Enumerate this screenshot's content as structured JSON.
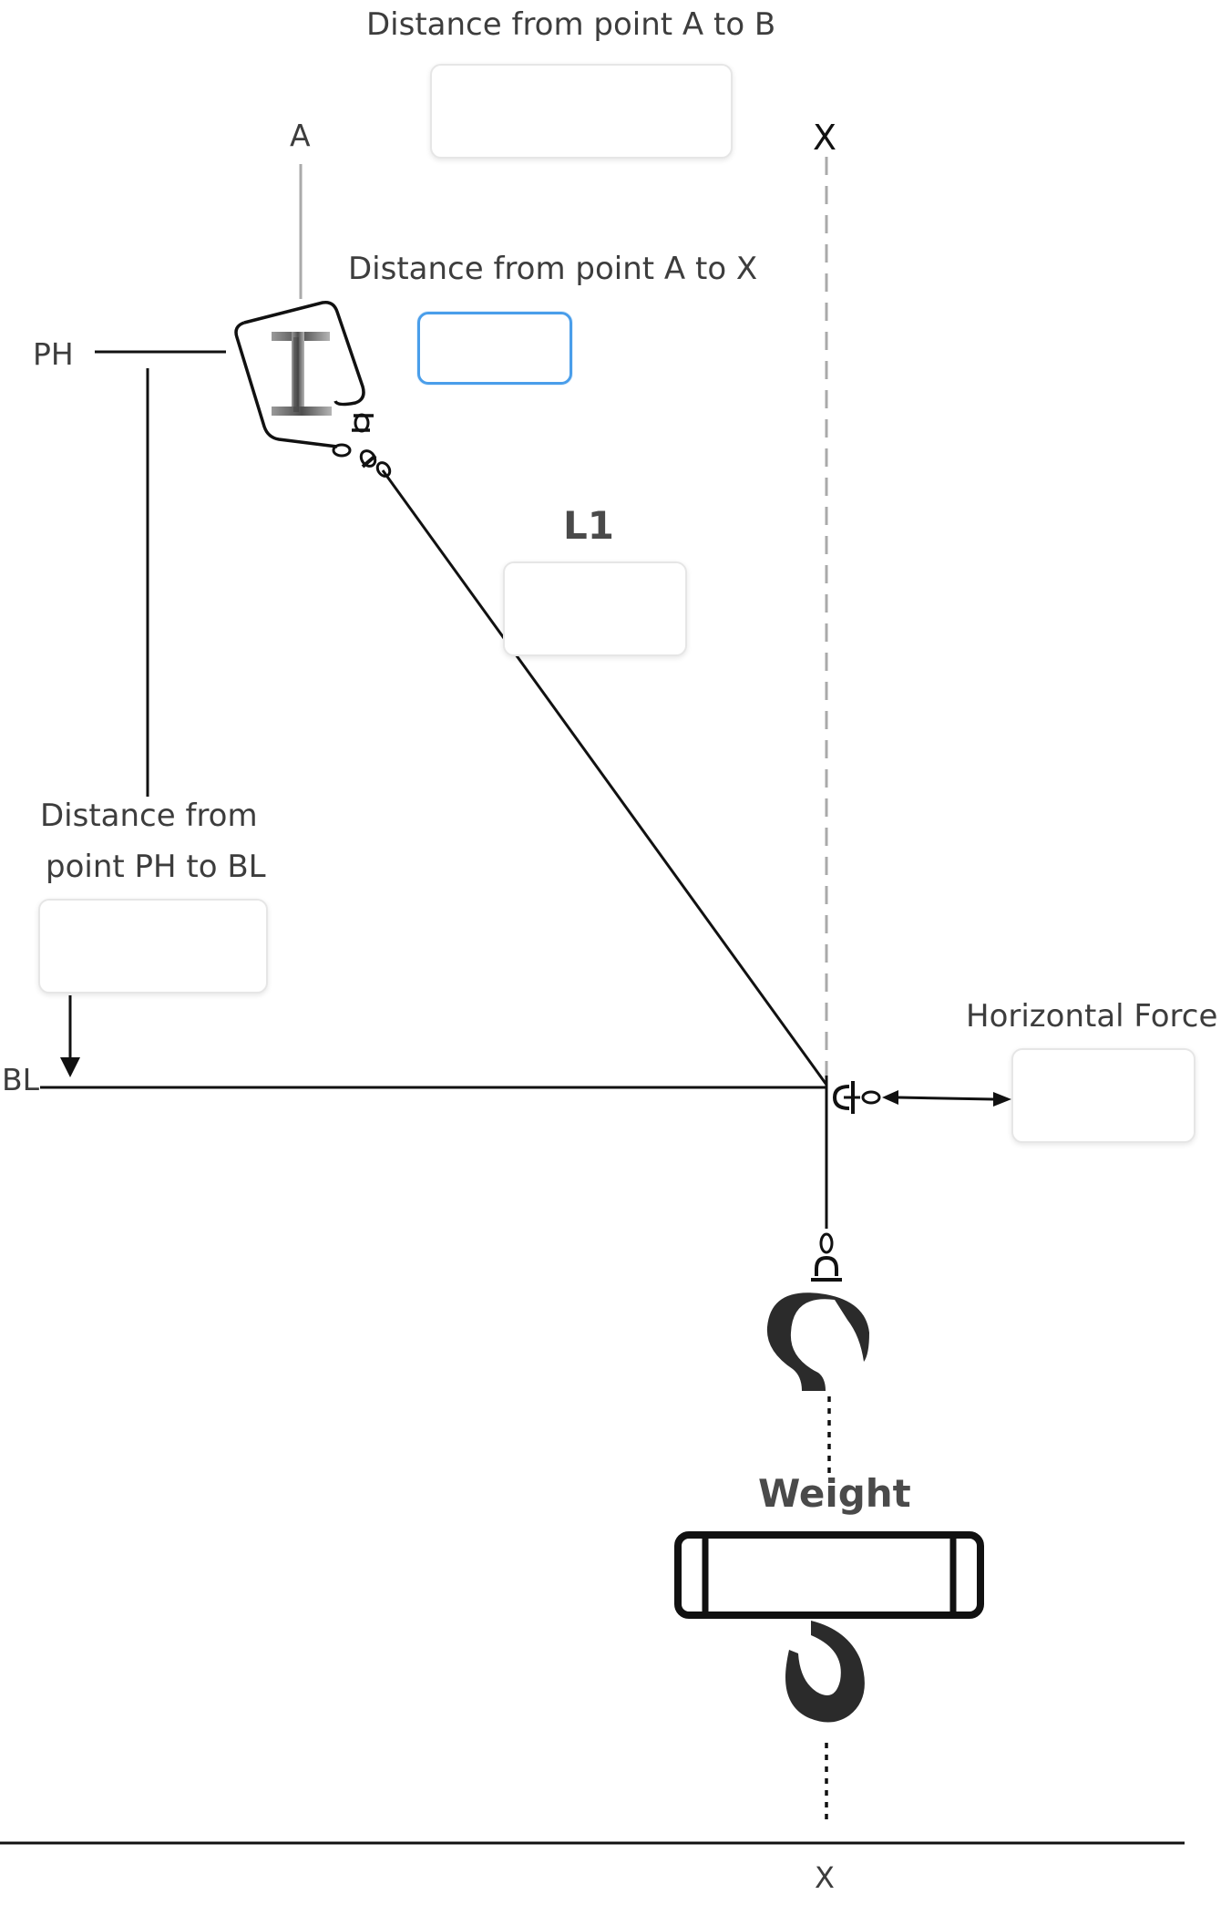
{
  "labels": {
    "distance_a_b": "Distance from point A to B",
    "distance_a_x": "Distance from point A to X",
    "point_a": "A",
    "point_x_top": "X",
    "point_x_bottom": "X",
    "point_ph": "PH",
    "point_bl": "BL",
    "l1": "L1",
    "distance_ph_bl_line1": "Distance from",
    "distance_ph_bl_line2": "point PH to BL",
    "horizontal_force": "Horizontal Force",
    "weight": "Weight"
  },
  "inputs": {
    "distance_a_b": {
      "value": "",
      "placeholder": ""
    },
    "distance_a_x": {
      "value": "",
      "placeholder": ""
    },
    "l1": {
      "value": "",
      "placeholder": ""
    },
    "distance_ph_bl": {
      "value": "",
      "placeholder": ""
    },
    "horizontal_force": {
      "value": "",
      "placeholder": ""
    },
    "weight": {
      "value": "",
      "placeholder": ""
    }
  },
  "colors": {
    "line": "#111111",
    "guide": "#aaaaaa",
    "focus_border": "#4a9eea",
    "hook": "#2b2b2b"
  }
}
